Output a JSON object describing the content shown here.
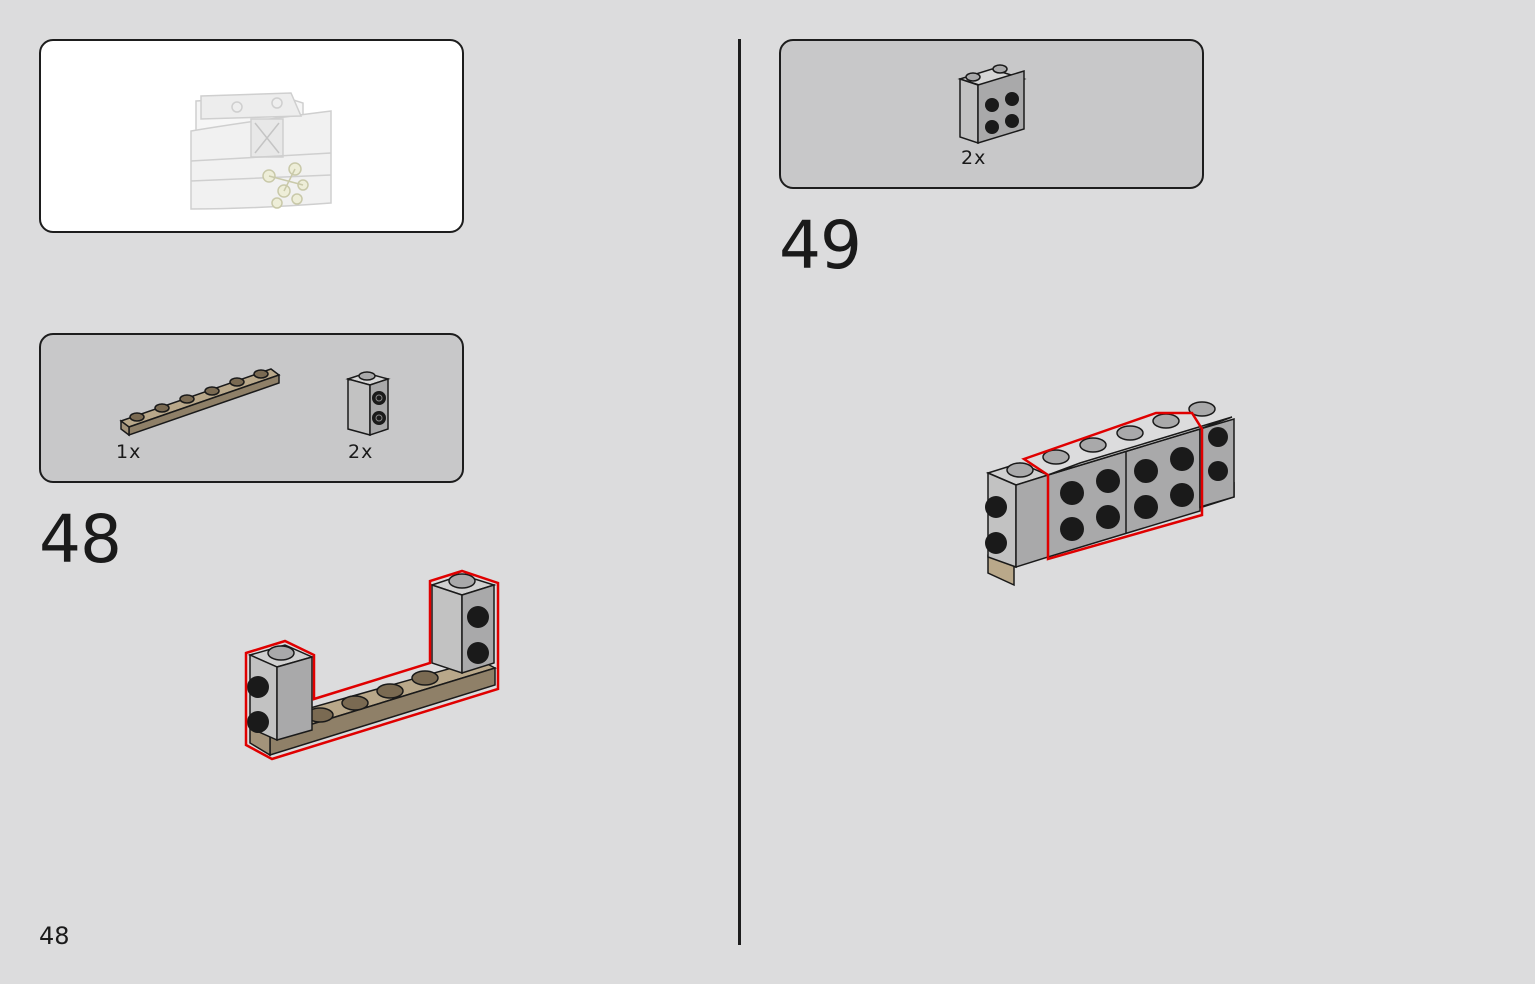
{
  "page": {
    "number": "48"
  },
  "steps": [
    {
      "number": "48",
      "parts": [
        {
          "name": "tan-plate-1x6",
          "qty": "1x"
        },
        {
          "name": "gray-brick-1x1-studs-side",
          "qty": "2x"
        }
      ]
    },
    {
      "number": "49",
      "parts": [
        {
          "name": "gray-brick-2x2-studs-side",
          "qty": "2x"
        }
      ]
    }
  ],
  "colors": {
    "background": "#dcdcdd",
    "parts_panel": "#c8c8c9",
    "highlight": "#e00000",
    "tan": "#b9a88a",
    "light_gray": "#a9a9aa",
    "black": "#1a1a1a"
  }
}
